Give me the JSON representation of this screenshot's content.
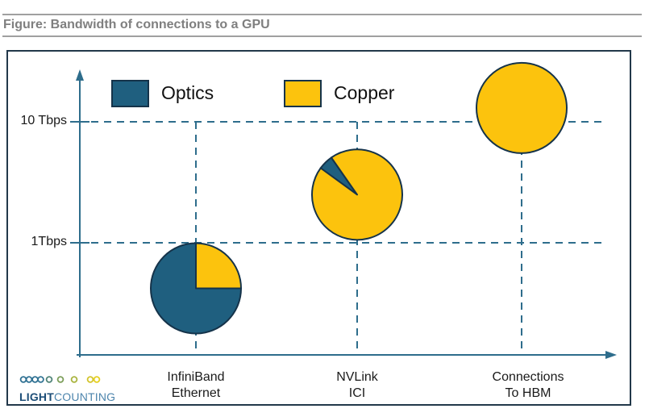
{
  "page": {
    "title": "Figure: Bandwidth of connections to a GPU"
  },
  "colors": {
    "optics": "#1F5F7F",
    "copper": "#FCC30D",
    "axis": "#2E6D8C",
    "grid": "#2E6D8C",
    "pie_border": "#15334A",
    "box_border": "#22384A",
    "title_text": "#7F7F7F",
    "title_rule": "#A0A0A0",
    "label_text": "#1A1A1A",
    "logo_light": "#1C4D77",
    "logo_counting": "#4D85AD"
  },
  "logo": {
    "bold": "LIGHT",
    "regular": "COUNTING"
  },
  "chart_data": {
    "type": "pie",
    "subtype": "pie-multiples-positioned-on-log-bandwidth-axis",
    "title": "Figure: Bandwidth of connections to a GPU",
    "grid": "dashed",
    "legend_position": "top-left",
    "y_axis": {
      "scale": "log",
      "unit": "Tbps",
      "ticks": [
        {
          "label": "10 Tbps",
          "value_tbps": 10
        },
        {
          "label": "1Tbps",
          "value_tbps": 1
        }
      ]
    },
    "legend": [
      {
        "label": "Optics",
        "color": "#1F5F7F"
      },
      {
        "label": "Copper",
        "color": "#FCC30D"
      }
    ],
    "categories": [
      {
        "label_lines": [
          "InfiniBand",
          "Ethernet"
        ],
        "approx_bandwidth_tbps": 0.42,
        "slices": [
          {
            "name": "Copper",
            "pct": 25,
            "start_deg": 0
          },
          {
            "name": "Optics",
            "pct": 75,
            "start_deg": 90
          }
        ]
      },
      {
        "label_lines": [
          "NVLink",
          "ICI"
        ],
        "approx_bandwidth_tbps": 2.5,
        "slices": [
          {
            "name": "Optics",
            "pct": 5.3,
            "start_deg": -54
          },
          {
            "name": "Copper",
            "pct": 94.7,
            "start_deg": -34.9
          }
        ]
      },
      {
        "label_lines": [
          "Connections",
          "To HBM"
        ],
        "approx_bandwidth_tbps": 13,
        "slices": [
          {
            "name": "Copper",
            "pct": 100,
            "start_deg": 0
          }
        ]
      }
    ]
  }
}
